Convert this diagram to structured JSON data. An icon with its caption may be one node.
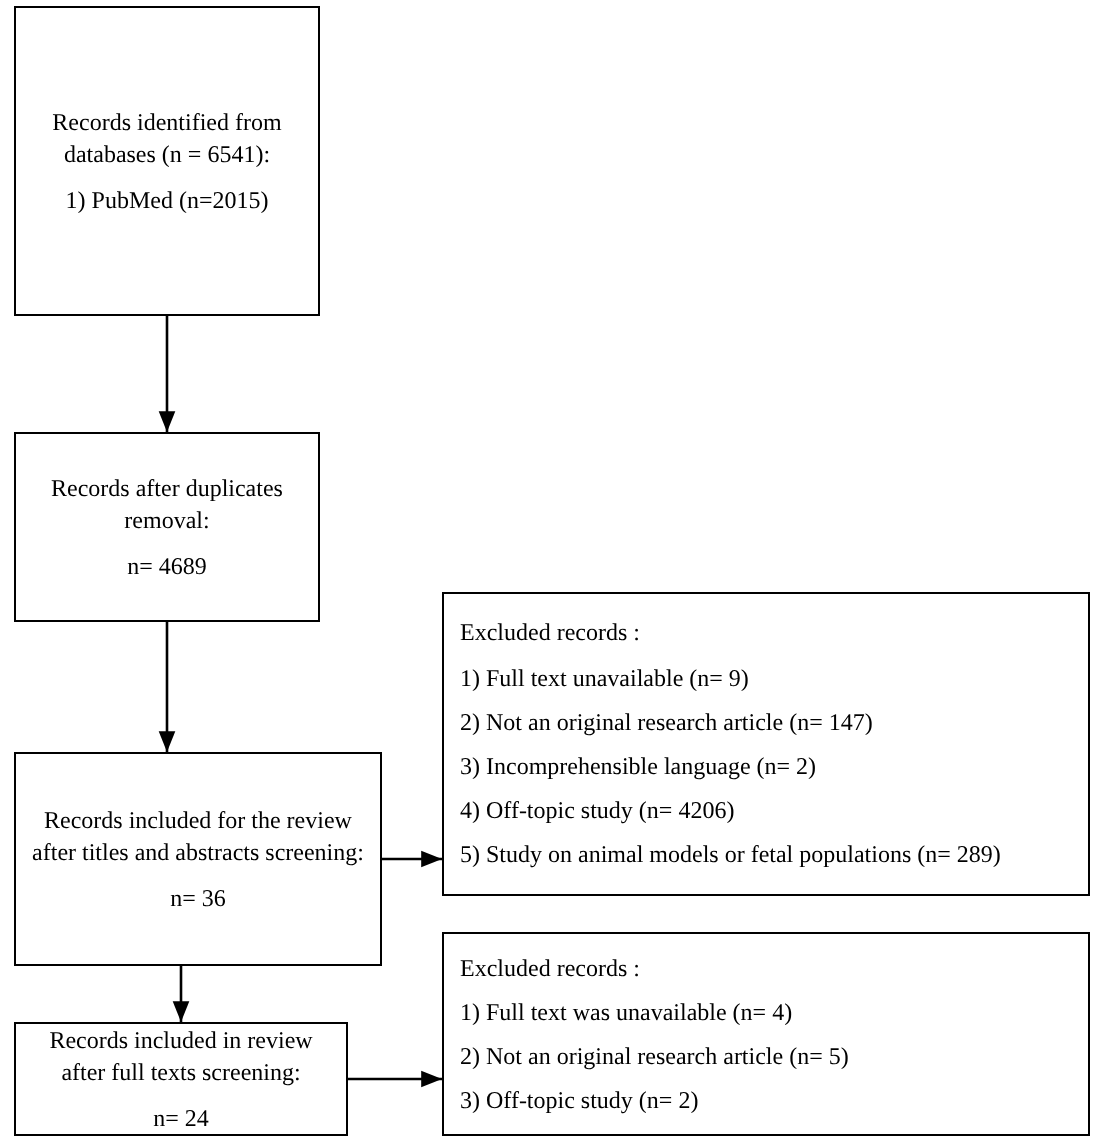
{
  "diagram": {
    "nodes": [
      {
        "text": [
          "Records identified from databases (n = 6541):",
          "1) PubMed (n=2015)"
        ]
      },
      {
        "text": [
          "Records after duplicates removal:",
          "n= 4689"
        ]
      },
      {
        "text": [
          "Records included for the review after titles and abstracts screening:",
          "n= 36"
        ]
      },
      {
        "text": [
          "Records included in review after full texts screening:",
          "n= 24"
        ]
      },
      {
        "text": [
          "Excluded records :",
          "1) Full text unavailable (n= 9)",
          "2) Not an original research article (n= 147)",
          "3) Incomprehensible language (n= 2)",
          "4) Off-topic study (n= 4206)",
          "5) Study on animal models or fetal populations (n= 289)"
        ]
      },
      {
        "text": [
          "Excluded records :",
          "1) Full text was unavailable (n= 4)",
          "2) Not an original research article (n= 5)",
          "3) Off-topic study (n= 2)"
        ]
      }
    ],
    "edges": [
      {
        "from": 0,
        "to": 1,
        "arrow": "to"
      },
      {
        "from": 1,
        "to": 2,
        "arrow": "to"
      },
      {
        "from": 2,
        "to": 4,
        "arrow": "to"
      },
      {
        "from": 2,
        "to": 3,
        "arrow": "to"
      },
      {
        "from": 3,
        "to": 5,
        "arrow": "to"
      }
    ]
  }
}
